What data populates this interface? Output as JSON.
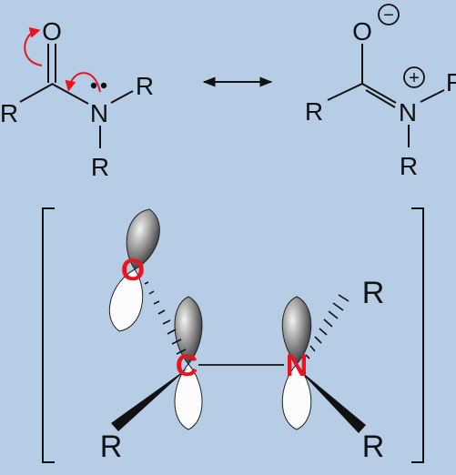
{
  "colors": {
    "background": "#b7cde6",
    "ink": "#111111",
    "curved_arrow": "#e8141e",
    "highlight_atom": "#e8141e"
  },
  "left_structure": {
    "oxygen": "O",
    "nitrogen": "N",
    "r_left": "R",
    "r_right": "R",
    "r_bottom": "R",
    "lone_pair": "••"
  },
  "resonance_arrow": "double-headed-arrow",
  "right_structure": {
    "oxygen": "O",
    "negative_charge": "−",
    "nitrogen": "N",
    "positive_charge": "+",
    "r_left": "R",
    "r_right": "R",
    "r_bottom": "R"
  },
  "orbital_diagram": {
    "oxygen": "O",
    "carbon": "C",
    "nitrogen": "N",
    "r_top_right": "R",
    "r_bottom_left": "R",
    "r_bottom_right": "R"
  }
}
